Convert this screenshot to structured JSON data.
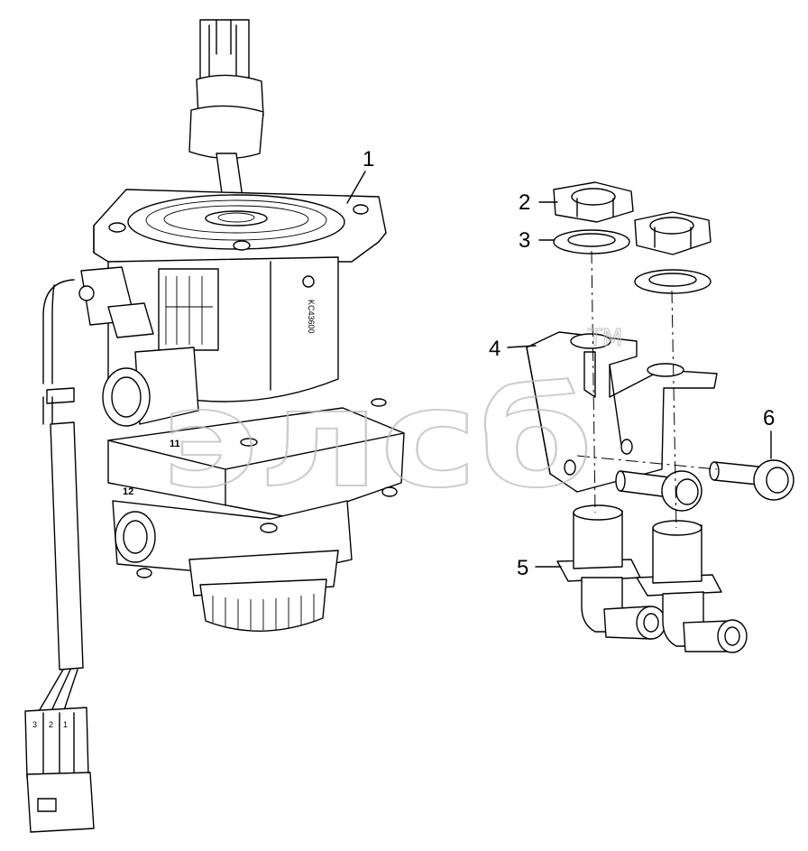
{
  "callouts": [
    {
      "id": "1",
      "label": "1"
    },
    {
      "id": "2",
      "label": "2"
    },
    {
      "id": "3",
      "label": "3"
    },
    {
      "id": "4",
      "label": "4"
    },
    {
      "id": "5",
      "label": "5"
    },
    {
      "id": "6",
      "label": "6"
    }
  ],
  "body_markings": {
    "serial": "KC43600",
    "port_11": "11",
    "port_12": "12"
  },
  "connector_pins": [
    "3",
    "2",
    "1"
  ],
  "watermark": {
    "text": "элсб",
    "trademark": "TM"
  }
}
